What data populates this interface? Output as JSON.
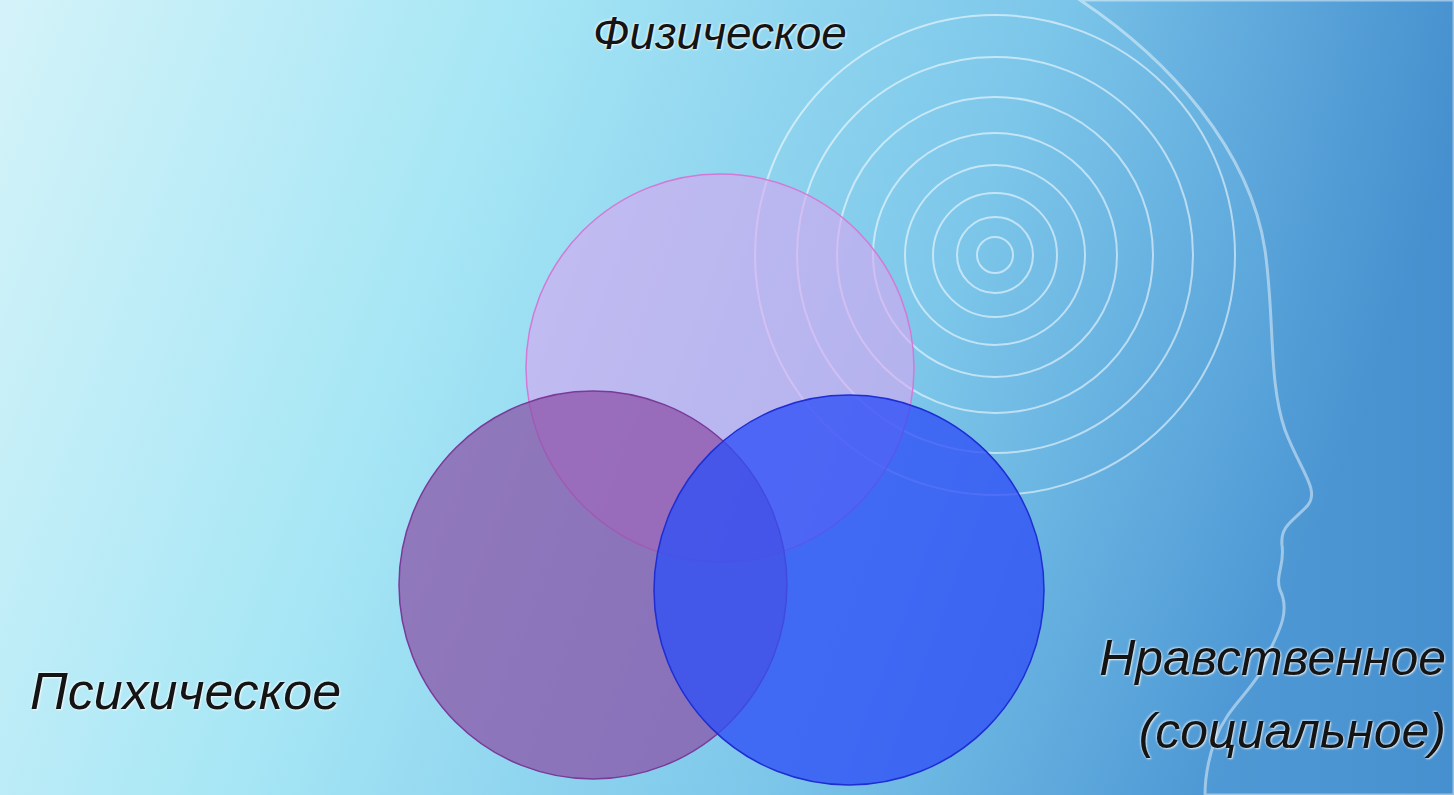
{
  "diagram": {
    "nodes": [
      {
        "text": [
          "Физическое"
        ]
      },
      {
        "text": [
          "Психическое"
        ]
      },
      {
        "text": [
          "Нравственное (социальное)"
        ]
      }
    ]
  }
}
